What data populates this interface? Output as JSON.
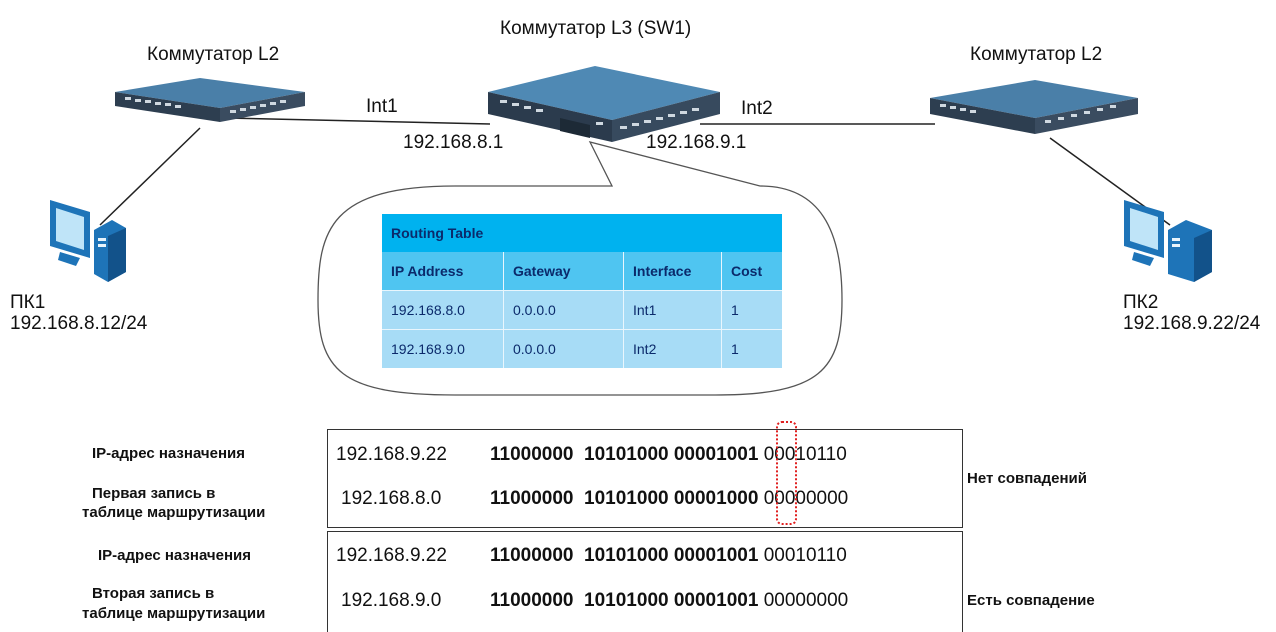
{
  "diagram": {
    "l3_switch_label": "Коммутатор L3 (SW1)",
    "left_switch_label": "Коммутатор L2",
    "right_switch_label": "Коммутатор L2",
    "int1_label": "Int1",
    "int2_label": "Int2",
    "int1_ip": "192.168.8.1",
    "int2_ip": "192.168.9.1",
    "pc1": {
      "name": "ПК1",
      "ip": "192.168.8.12/24"
    },
    "pc2": {
      "name": "ПК2",
      "ip": "192.168.9.22/24"
    }
  },
  "routing_table": {
    "title": "Routing Table",
    "headers": [
      "IP Address",
      "Gateway",
      "Interface",
      "Cost"
    ],
    "rows": [
      [
        "192.168.8.0",
        "0.0.0.0",
        "Int1",
        "1"
      ],
      [
        "192.168.9.0",
        "0.0.0.0",
        "Int2",
        "1"
      ]
    ],
    "colors": {
      "title": "#00b2ef",
      "header": "#4fc5f1",
      "cell": "#a7dcf6"
    }
  },
  "comparison": {
    "block1": {
      "dest_label": "IP-адрес назначения",
      "dest_ip": "192.168.9.22",
      "dest_bits_bold": "11000000  10101000 00001001",
      "dest_bits_tail": "00010110",
      "entry_label_1": "Первая запись в",
      "entry_label_2": "таблице маршрутизации",
      "entry_ip": "192.168.8.0",
      "entry_bits_bold": "11000000  10101000 00001000",
      "entry_bits_tail": "00000000",
      "result": "Нет совпадений"
    },
    "block2": {
      "dest_label": "IP-адрес назначения",
      "dest_ip": "192.168.9.22",
      "dest_bits_bold": "11000000  10101000 00001001",
      "dest_bits_tail": "00010110",
      "entry_label_1": "Вторая запись в",
      "entry_label_2": "таблице маршрутизации",
      "entry_ip": "192.168.9.0",
      "entry_bits_bold": "11000000  10101000 00001001",
      "entry_bits_tail": "00000000",
      "result": "Есть совпадение"
    },
    "highlight_color": "#e02020"
  }
}
